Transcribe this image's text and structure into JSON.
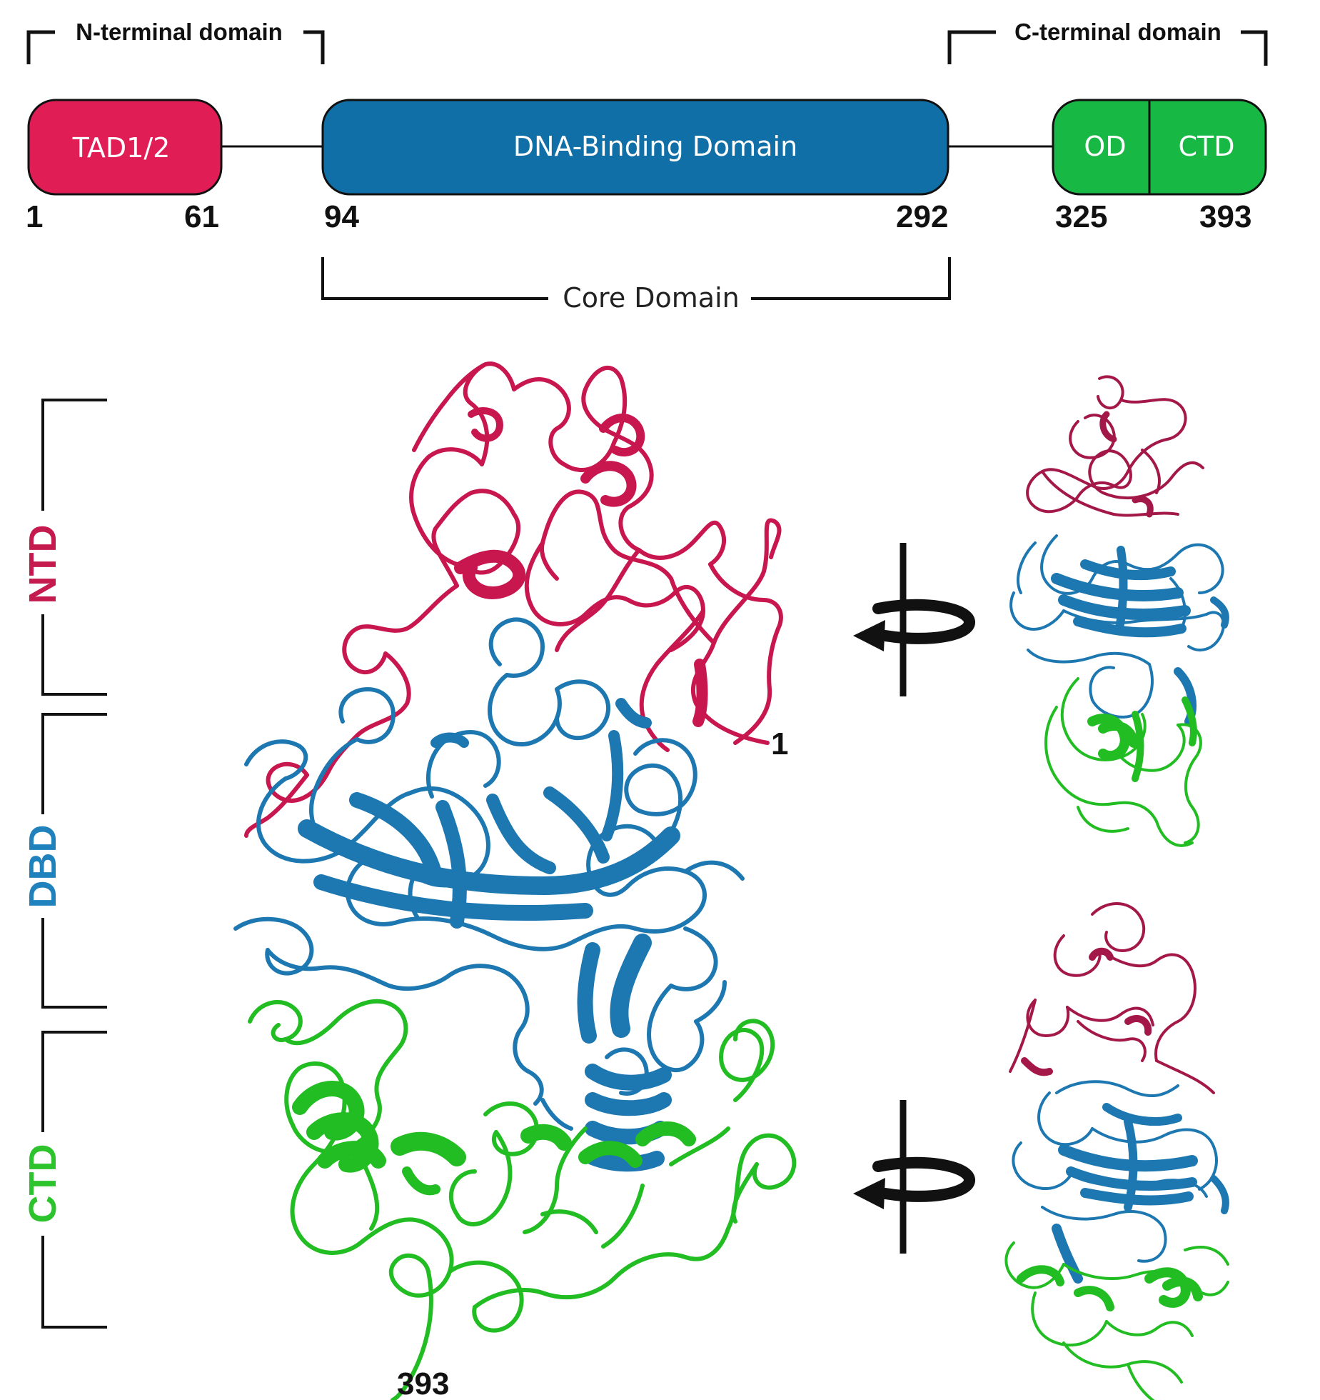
{
  "domains_bar": {
    "n_terminal_label": "N-terminal domain",
    "c_terminal_label": "C-terminal domain",
    "core_label": "Core Domain",
    "boxes": [
      {
        "id": "tad",
        "label": "TAD1/2",
        "color": "#e11d56",
        "start": "1",
        "end": "61"
      },
      {
        "id": "dbd",
        "label": "DNA-Binding Domain",
        "color": "#0f6fa6",
        "start": "94",
        "end": "292"
      },
      {
        "id": "od",
        "label": "OD",
        "color": "#18b845",
        "start": "325"
      },
      {
        "id": "ctd",
        "label": "CTD",
        "color": "#18b845",
        "end": "393"
      }
    ]
  },
  "structure": {
    "side_labels": [
      {
        "id": "ntd",
        "label": "NTD",
        "color": "#c41a4d"
      },
      {
        "id": "dbd",
        "label": "DBD",
        "color": "#1f82bd"
      },
      {
        "id": "ctd",
        "label": "CTD",
        "color": "#2dc32d"
      }
    ],
    "residue_start": "1",
    "residue_end": "393",
    "colors": {
      "ntd": "#c8174e",
      "dbd": "#1d77b0",
      "ctd": "#22bd22"
    },
    "rotation_icon": "rotate-around-vertical-axis-icon"
  }
}
